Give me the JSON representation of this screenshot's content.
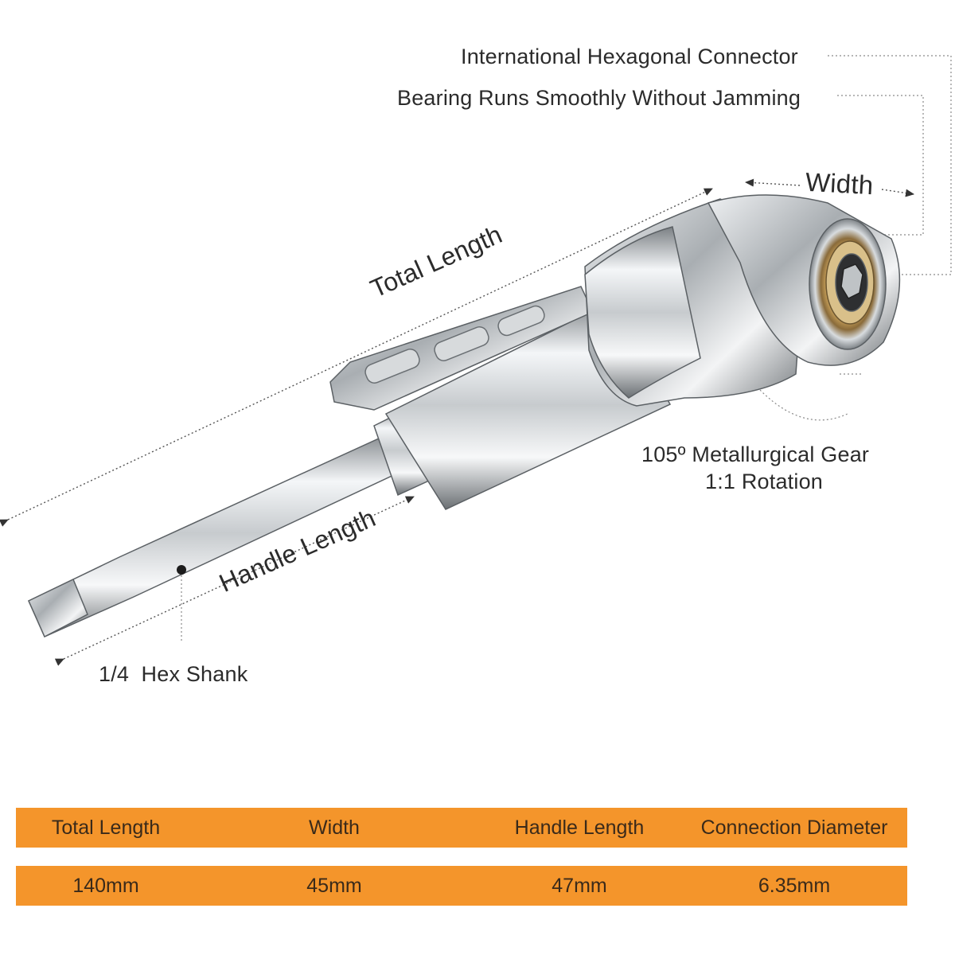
{
  "callouts": {
    "connector": "International Hexagonal Connector",
    "bearing": "Bearing Runs Smoothly Without Jamming",
    "width": "Width",
    "total_length": "Total Length",
    "gear_line1": "105º Metallurgical Gear",
    "gear_line2": "1:1 Rotation",
    "handle_length": "Handle Length",
    "hex_shank": "1/4  Hex Shank"
  },
  "spec_table": {
    "headers": [
      "Total Length",
      "Width",
      "Handle Length",
      "Connection Diameter"
    ],
    "values": [
      "140mm",
      "45mm",
      "47mm",
      "6.35mm"
    ]
  },
  "colors": {
    "table_bg": "#f4952b",
    "metal_light": "#f2f4f6",
    "metal_dark": "#6f7478",
    "bearing_gold": "#c9a15a"
  },
  "icons": {
    "product": "angle-screwdriver-extension-illustration",
    "arrows": "dimension-arrow-icon"
  }
}
